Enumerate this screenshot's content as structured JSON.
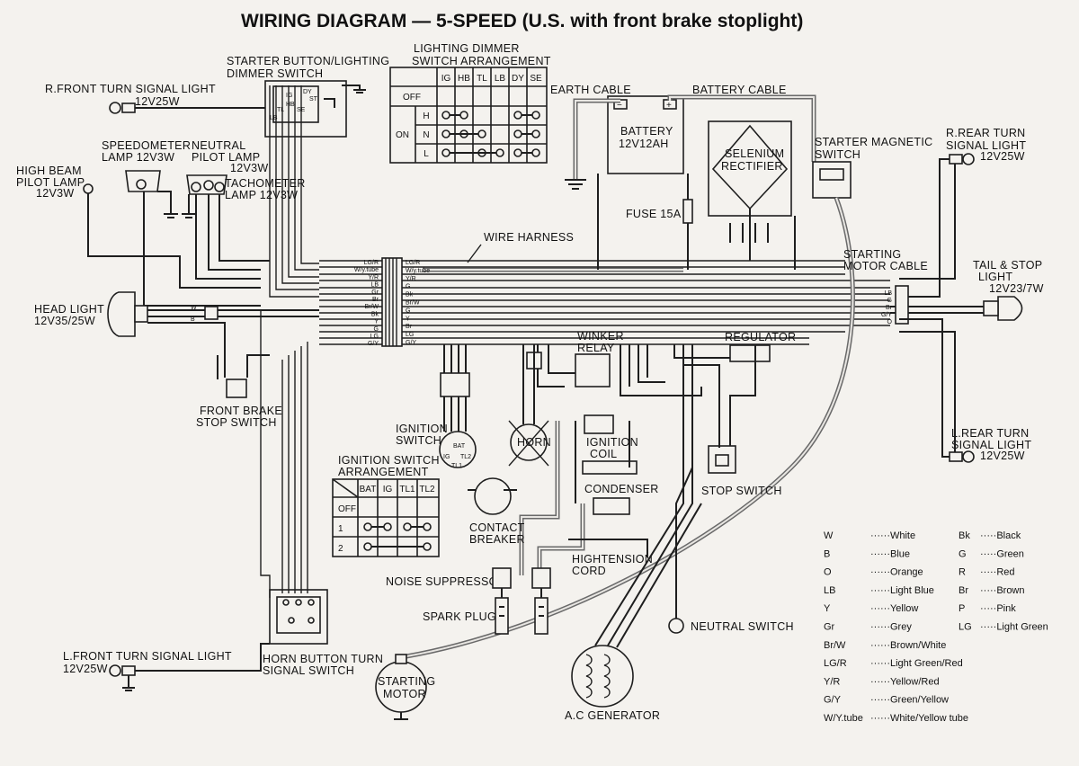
{
  "title": "WIRING  DIAGRAM — 5-SPEED (U.S. with front brake stoplight)",
  "components": {
    "r_front_turn": [
      "R.FRONT TURN SIGNAL LIGHT",
      "12V25W"
    ],
    "starter_dimmer": [
      "STARTER BUTTON/LIGHTING",
      "DIMMER SWITCH"
    ],
    "dimmer_arr": [
      "LIGHTING DIMMER",
      "SWITCH ARRANGEMENT"
    ],
    "earth_cable": "EARTH CABLE",
    "battery_cable": "BATTERY CABLE",
    "battery": [
      "BATTERY",
      "12V12AH"
    ],
    "selenium": [
      "SELENIUM",
      "RECTIFIER"
    ],
    "starter_magnetic": [
      "STARTER MAGNETIC",
      "SWITCH"
    ],
    "r_rear_turn": [
      "R.REAR TURN",
      "SIGNAL LIGHT",
      "12V25W"
    ],
    "speedometer": [
      "SPEEDOMETER",
      "LAMP 12V3W"
    ],
    "neutral_pilot": [
      "NEUTRAL",
      "PILOT LAMP",
      "12V3W"
    ],
    "high_beam": [
      "HIGH BEAM",
      "PILOT LAMP",
      "12V3W"
    ],
    "tachometer": [
      "TACHOMETER",
      "LAMP 12V3W"
    ],
    "fuse": "FUSE 15A",
    "wire_harness": "WIRE HARNESS",
    "starting_motor_cable": [
      "STARTING",
      "MOTOR CABLE"
    ],
    "tail_stop": [
      "TAIL & STOP",
      "LIGHT",
      "12V23/7W"
    ],
    "head_light": [
      "HEAD LIGHT",
      "12V35/25W"
    ],
    "winker_relay": [
      "WINKER",
      "RELAY"
    ],
    "regulator": "REGULATOR",
    "front_brake": [
      "FRONT BRAKE",
      "STOP SWITCH"
    ],
    "ignition_switch": [
      "IGNITION",
      "SWITCH"
    ],
    "horn": "HORN",
    "ignition_coil": [
      "IGNITION",
      "COIL"
    ],
    "l_rear_turn": [
      "L.REAR TURN",
      "SIGNAL LIGHT",
      "12V25W"
    ],
    "ign_arr": [
      "IGNITION SWITCH",
      "ARRANGEMENT"
    ],
    "contact_breaker": [
      "CONTACT",
      "BREAKER"
    ],
    "condenser": "CONDENSER",
    "stop_switch": "STOP SWITCH",
    "hightension": [
      "HIGHTENSION",
      "CORD"
    ],
    "noise_suppressor": "NOISE SUPPRESSOR",
    "spark_plug": "SPARK PLUG",
    "neutral_switch": "NEUTRAL SWITCH",
    "l_front_turn": [
      "L.FRONT TURN SIGNAL LIGHT",
      "12V25W"
    ],
    "horn_button": [
      "HORN BUTTON TURN",
      "SIGNAL SWITCH"
    ],
    "starting_motor": [
      "STARTING",
      "MOTOR"
    ],
    "ac_generator": "A.C GENERATOR"
  },
  "dimmer_table": {
    "headers": [
      "IG",
      "HB",
      "TL",
      "LB",
      "DY",
      "SE"
    ],
    "rows": [
      {
        "group": "",
        "pos": "OFF"
      },
      {
        "group": "ON",
        "pos": "H"
      },
      {
        "group": "",
        "pos": "N"
      },
      {
        "group": "",
        "pos": "L"
      }
    ]
  },
  "ignition_table": {
    "headers": [
      "BAT",
      "IG",
      "TL1",
      "TL2"
    ],
    "rows": [
      "OFF",
      "1",
      "2"
    ]
  },
  "color_key": [
    {
      "code": "W",
      "name": "White"
    },
    {
      "code": "B",
      "name": "Blue"
    },
    {
      "code": "O",
      "name": "Orange"
    },
    {
      "code": "LB",
      "name": "Light Blue"
    },
    {
      "code": "Y",
      "name": "Yellow"
    },
    {
      "code": "Gr",
      "name": "Grey"
    },
    {
      "code": "Br/W",
      "name": "Brown/White"
    },
    {
      "code": "LG/R",
      "name": "Light Green/Red"
    },
    {
      "code": "Y/R",
      "name": "Yellow/Red"
    },
    {
      "code": "G/Y",
      "name": "Green/Yellow"
    },
    {
      "code": "W/Y.tube",
      "name": "White/Yellow tube"
    }
  ],
  "color_key_right": [
    {
      "code": "Bk",
      "name": "Black"
    },
    {
      "code": "G",
      "name": "Green"
    },
    {
      "code": "R",
      "name": "Red"
    },
    {
      "code": "Br",
      "name": "Brown"
    },
    {
      "code": "P",
      "name": "Pink"
    },
    {
      "code": "LG",
      "name": "Light Green"
    }
  ],
  "harness_left_codes": [
    "LG/R",
    "W/y.tube",
    "Y/R",
    "LB",
    "Gr",
    "Br",
    "Br/W",
    "Bk",
    "Y",
    "G",
    "LG",
    "G/Y"
  ],
  "harness_right_codes": [
    "LG/R",
    "W/y.tube",
    "Y/R",
    "G",
    "Bk",
    "Br/W",
    "G",
    "Y",
    "Br",
    "LG",
    "G/Y"
  ],
  "tail_codes": [
    "LB",
    "G",
    "Br",
    "G/Y",
    "O"
  ]
}
